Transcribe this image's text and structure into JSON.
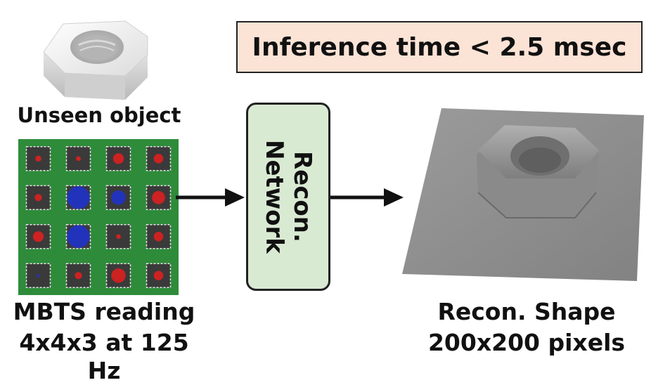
{
  "object": {
    "label": "Unseen object"
  },
  "sensor": {
    "title": "MBTS reading",
    "spec": "4x4x3 at 125 Hz",
    "rows": 4,
    "cols": 4,
    "board_color": "#2e8b3a",
    "taxels": [
      [
        {
          "c": "#cc2222",
          "s": 0.25
        },
        {
          "c": "#cc2222",
          "s": 0.2
        },
        {
          "c": "#cc2222",
          "s": 0.45
        },
        {
          "c": "#cc2222",
          "s": 0.4
        }
      ],
      [
        {
          "c": "#cc2222",
          "s": 0.3
        },
        {
          "c": "#2233bb",
          "s": 0.95
        },
        {
          "c": "#2233bb",
          "s": 0.6
        },
        {
          "c": "#cc2222",
          "s": 0.55
        }
      ],
      [
        {
          "c": "#cc2222",
          "s": 0.45
        },
        {
          "c": "#2233bb",
          "s": 0.95
        },
        {
          "c": "#cc2222",
          "s": 0.2
        },
        {
          "c": "#cc2222",
          "s": 0.4
        }
      ],
      [
        {
          "c": "#2233bb",
          "s": 0.12
        },
        {
          "c": "#cc2222",
          "s": 0.3
        },
        {
          "c": "#cc2222",
          "s": 0.6
        },
        {
          "c": "#cc2222",
          "s": 0.4
        }
      ]
    ]
  },
  "inference": {
    "text": "Inference time < 2.5 msec",
    "bg": "#fbe3d6"
  },
  "network": {
    "line1": "Recon.",
    "line2": "Network",
    "bg": "#d9ead3"
  },
  "output": {
    "title": "Recon. Shape",
    "spec": "200x200 pixels"
  }
}
